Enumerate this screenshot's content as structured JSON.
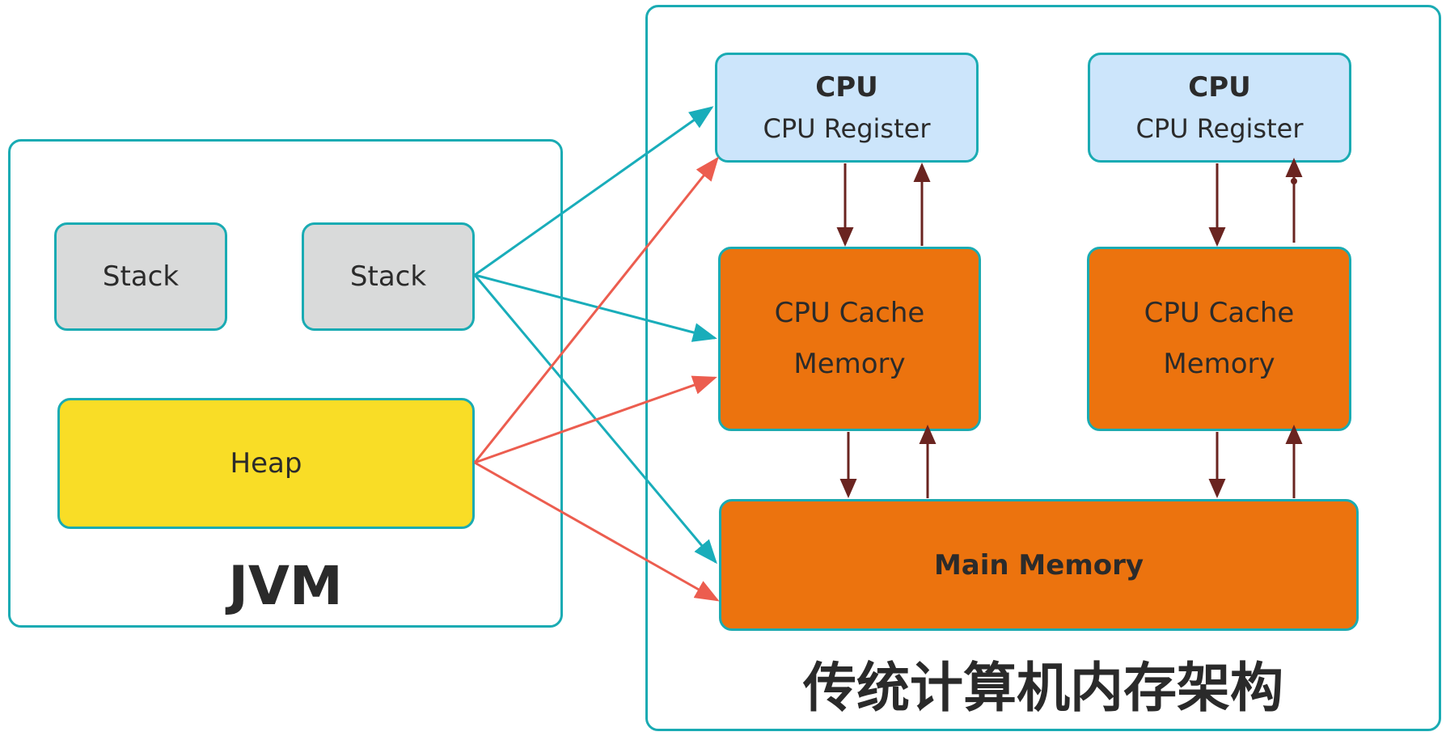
{
  "jvm": {
    "title": "JVM",
    "stacks": [
      "Stack",
      "Stack"
    ],
    "heap": "Heap"
  },
  "architecture": {
    "title": "传统计算机内存架构",
    "cpus": [
      {
        "title": "CPU",
        "register": "CPU Register",
        "cache_line1": "CPU Cache",
        "cache_line2": "Memory"
      },
      {
        "title": "CPU",
        "register": "CPU Register",
        "cache_line1": "CPU Cache",
        "cache_line2": "Memory"
      }
    ],
    "main_memory": "Main Memory"
  },
  "colors": {
    "border": "#1aabb3",
    "stack_fill": "#d9dada",
    "heap_fill": "#f9dd26",
    "cpu_fill": "#cce5fb",
    "cache_fill": "#ec730e",
    "stack_arrow": "#19adba",
    "heap_arrow": "#ec5d4f",
    "memory_arrow": "#6a2420"
  }
}
